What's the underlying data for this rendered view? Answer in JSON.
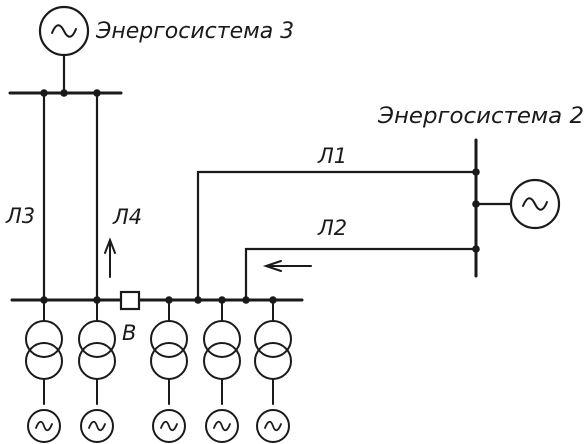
{
  "systems": {
    "s3": "Энергосистема 3",
    "s2": "Энергосистема 2"
  },
  "lines": {
    "l1": "Л1",
    "l2": "Л2",
    "l3": "Л3",
    "l4": "Л4"
  },
  "breaker": "В",
  "colors": {
    "ink": "#1a1a1a",
    "background": "#ffffff"
  },
  "icons": {
    "generator": "generator-icon",
    "transformer": "transformer-icon",
    "breaker": "breaker-icon",
    "arrow": "arrow-icon"
  }
}
